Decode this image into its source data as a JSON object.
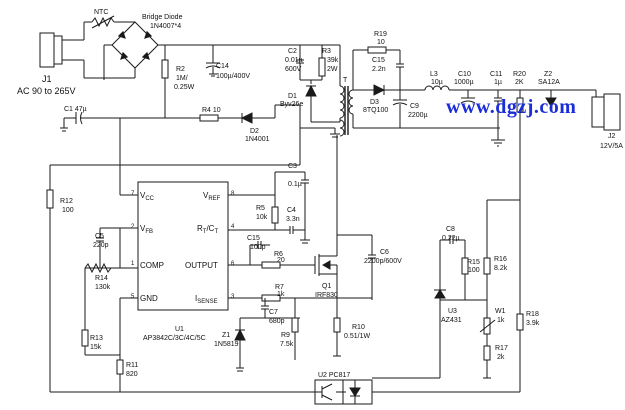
{
  "input": {
    "connector": "J1",
    "voltage": "AC 90 to 265V",
    "ntc": "NTC",
    "bridge_line1": "Bridge Diode",
    "bridge_line2": "1N4007*4"
  },
  "output": {
    "connector": "J2",
    "voltage": "12V/5A"
  },
  "watermark": "www.dgzj.com",
  "ic": {
    "ref": "U1",
    "part": "AP3842C/3C/4C/5C",
    "pins": {
      "vcc_num": "7",
      "vcc_sub": "CC",
      "vfb_num": "2",
      "vfb_sub": "FB",
      "comp_num": "1",
      "comp": "COMP",
      "gnd_num": "5",
      "gnd": "GND",
      "vref_num": "8",
      "vref_sub": "REF",
      "rtct_num": "4",
      "rtct": "R",
      "output_num": "6",
      "output": "OUTPUT",
      "isense_num": "3",
      "isense_sub": "SENSE",
      "v": "V",
      "i": "I",
      "t": "T",
      "ct": "/C"
    }
  },
  "parts": {
    "r2": [
      "R2",
      "1M/",
      "0.25W"
    ],
    "c14": [
      "C14",
      "100µ/400V"
    ],
    "c2": [
      "C2",
      "0.01µ",
      "600V"
    ],
    "r3": [
      "R3",
      "39k",
      "2W"
    ],
    "d1": [
      "D1",
      "Byv26e"
    ],
    "t": "T",
    "r19": [
      "R19",
      "10"
    ],
    "c15a": [
      "C15",
      "2.2n"
    ],
    "d3": [
      "D3",
      "8TQ100"
    ],
    "c9": [
      "C9",
      "2200µ"
    ],
    "l3": [
      "L3",
      "10µ"
    ],
    "c10": [
      "C10",
      "1000µ"
    ],
    "c11": [
      "C11",
      "1µ"
    ],
    "r20": [
      "R20",
      "2K"
    ],
    "z2": [
      "Z2",
      "SA12A"
    ],
    "c1": "C1 47µ",
    "r4": "R4 10",
    "d2": [
      "D2",
      "1N4001"
    ],
    "r12": [
      "R12",
      "100"
    ],
    "c3": [
      "C3",
      "0.1µ"
    ],
    "r5": [
      "R5",
      "10k"
    ],
    "c4": [
      "C4",
      "3.3n"
    ],
    "c5": [
      "C5",
      "220p"
    ],
    "r14": [
      "R14",
      "130k"
    ],
    "c15b": [
      "C15",
      "100p"
    ],
    "r6": [
      "R6",
      "20"
    ],
    "q1": [
      "Q1",
      "IRF830"
    ],
    "c6": "2200p/600V",
    "c6_ref": "C6",
    "r7": [
      "R7",
      "1k"
    ],
    "c7": [
      "C7",
      "680p"
    ],
    "r9": [
      "R9",
      "7.5k"
    ],
    "z1": [
      "Z1",
      "1N5819"
    ],
    "r10": [
      "R10",
      "0.51/1W"
    ],
    "r13": [
      "R13",
      "15k"
    ],
    "r11": [
      "R11",
      "820"
    ],
    "c8": [
      "C8",
      "0.22µ"
    ],
    "r15": [
      "R15",
      "100"
    ],
    "r16": [
      "R16",
      "8.2k"
    ],
    "u3": [
      "U3",
      "AZ431"
    ],
    "w1": [
      "W1",
      "1k"
    ],
    "r17": [
      "R17",
      "2k"
    ],
    "r18": [
      "R18",
      "3.9k"
    ],
    "u2": "U2 PC817"
  }
}
